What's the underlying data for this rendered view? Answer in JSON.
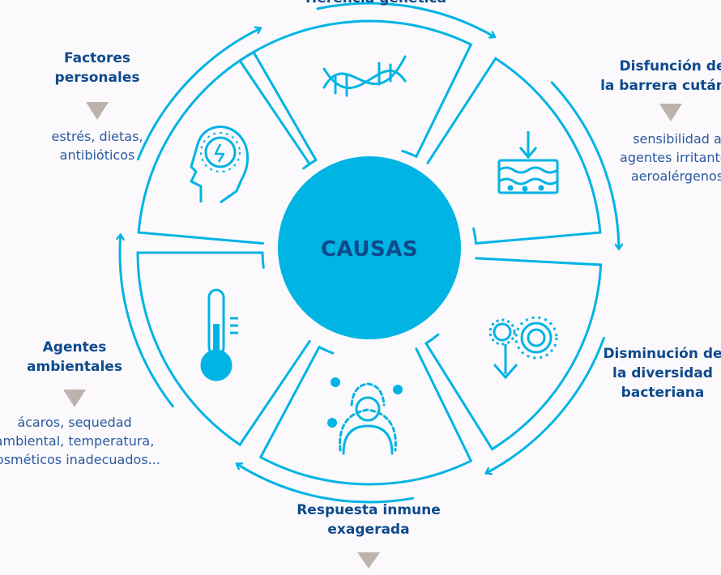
{
  "center": {
    "label": "CAUSAS"
  },
  "colors": {
    "primary": "#00b4e4",
    "title": "#0d4a8c",
    "text": "#2a5aa0",
    "pointer": "#bdb3ad",
    "background": "#fbf9fb"
  },
  "segments": [
    {
      "id": "genetica",
      "title": "Herencia genética",
      "icon": "dna-icon"
    },
    {
      "id": "barrera",
      "title_lines": [
        "Disfunción de",
        "la barrera cutánea"
      ],
      "desc_lines": [
        "sensibilidad a",
        "agentes irritantes",
        "aeroalérgenos"
      ],
      "icon": "skin-layers-icon"
    },
    {
      "id": "bacterias",
      "title_lines": [
        "Disminución de",
        "la diversidad",
        "bacteriana"
      ],
      "icon": "bacteria-icon"
    },
    {
      "id": "inmune",
      "title_lines": [
        "Respuesta inmune",
        "exagerada"
      ],
      "icon": "immune-response-icon"
    },
    {
      "id": "ambientales",
      "title_lines": [
        "Agentes",
        "ambientales"
      ],
      "desc_lines": [
        "ácaros, sequedad",
        "ambiental, temperatura,",
        "cosméticos inadecuados..."
      ],
      "icon": "thermometer-icon"
    },
    {
      "id": "personales",
      "title_lines": [
        "Factores",
        "personales"
      ],
      "desc_lines": [
        "estrés, dietas,",
        "antibióticos"
      ],
      "icon": "head-brain-icon"
    }
  ]
}
